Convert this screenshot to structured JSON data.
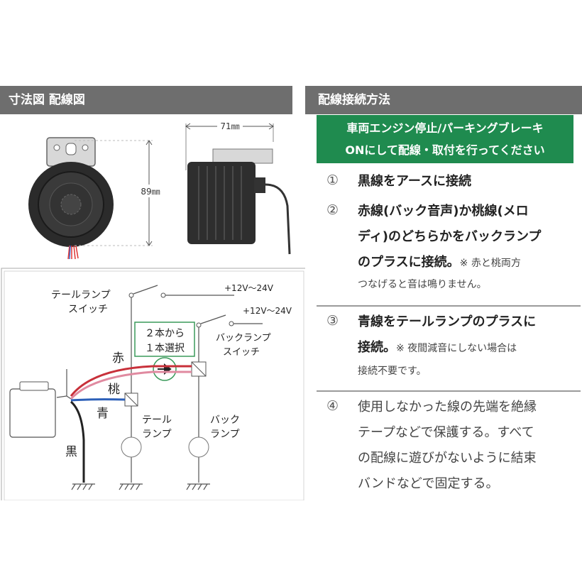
{
  "header": {
    "left_title": "寸法図 配線図",
    "right_title": "配線接続方法"
  },
  "dimensions": {
    "width_label": "71㎜",
    "height_label": "89㎜"
  },
  "wiring": {
    "tail_switch": [
      "テールランプ",
      "スイッチ"
    ],
    "voltage_1": "+12V〜24V",
    "voltage_2": "+12V〜24V",
    "select_box": [
      "２本から",
      "１本選択"
    ],
    "back_switch": [
      "バックランプ",
      "スイッチ"
    ],
    "wire_red": "赤",
    "wire_pink": "桃",
    "wire_blue": "青",
    "wire_black": "黒",
    "tail_lamp": [
      "テール",
      "ランプ"
    ],
    "back_lamp": [
      "バック",
      "ランプ"
    ]
  },
  "warning": {
    "line1": "車両エンジン停止/パーキングブレーキ",
    "line2": "ONにして配線・取付を行ってください",
    "color": "#1f8b4f"
  },
  "steps": [
    {
      "num": "①",
      "line1": "黒線をアースに接続"
    },
    {
      "num": "②",
      "line1": "赤線(バック音声)か桃線(メロ",
      "line2": "ディ)のどちらかをバックランプ",
      "line3_main": "のプラスに接続。",
      "line3_note": "※ 赤と桃両方",
      "line4_note": "つなげると音は鳴りません。"
    },
    {
      "num": "③",
      "line1": "青線をテールランプのプラスに",
      "line2_main": "接続。",
      "line2_note": "※ 夜間減音にしない場合は",
      "line3_note": "接続不要です。"
    },
    {
      "num": "④",
      "line1": "使用しなかった線の先端を絶縁",
      "line2": "テープなどで保護する。すべて",
      "line3": "の配線に遊びがないように結束",
      "line4": "バンドなどで固定する。"
    }
  ]
}
